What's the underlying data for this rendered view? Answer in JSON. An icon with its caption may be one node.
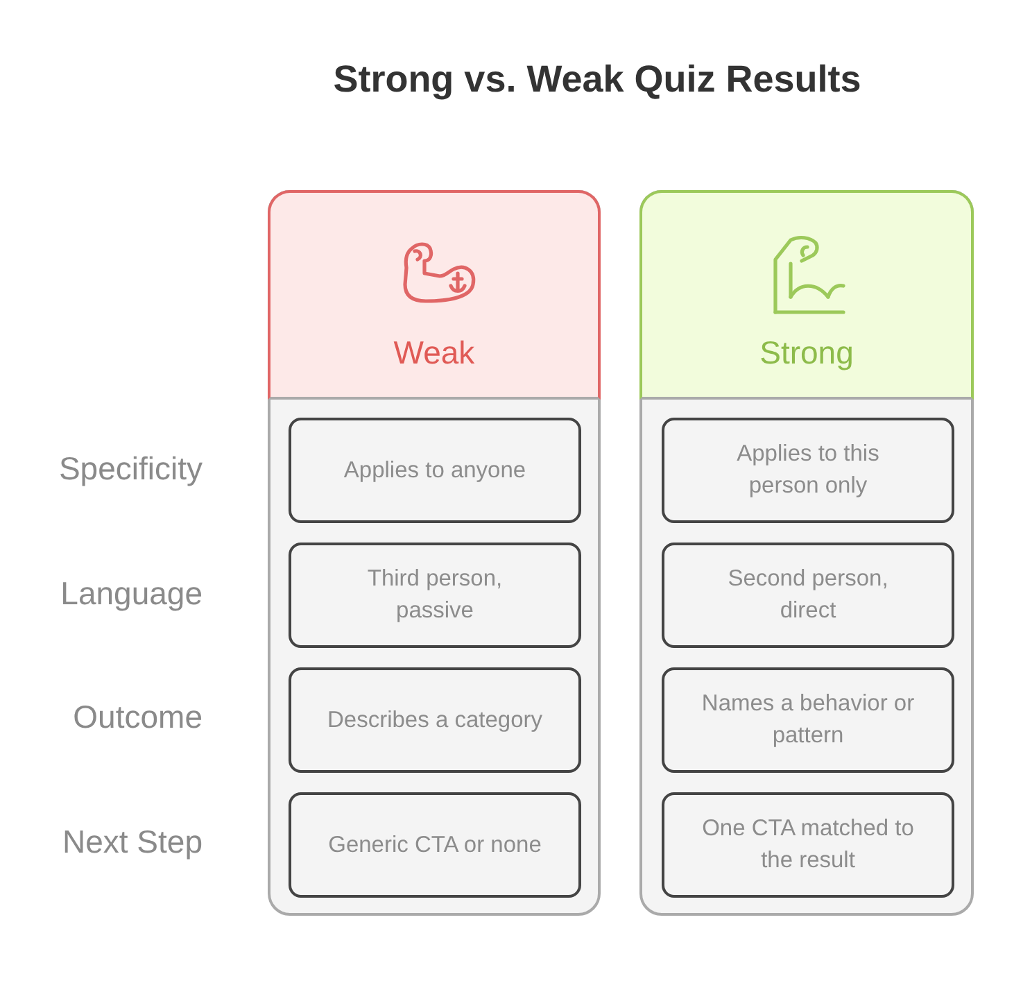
{
  "diagram": {
    "title": "Strong vs. Weak Quiz Results",
    "nodes": [
      {
        "text": [
          "Weak"
        ]
      },
      {
        "text": [
          "Applies to anyone"
        ],
        "in": 0
      },
      {
        "text": [
          "Third person, passive"
        ],
        "in": 0
      },
      {
        "text": [
          "Describes a category"
        ],
        "in": 0
      },
      {
        "text": [
          "Generic CTA or none"
        ],
        "in": 0
      },
      {
        "text": [
          "Strong"
        ]
      },
      {
        "text": [
          "Applies to this person only"
        ],
        "in": 5
      },
      {
        "text": [
          "Second person, direct"
        ],
        "in": 5
      },
      {
        "text": [
          "Names a behavior or pattern"
        ],
        "in": 5
      },
      {
        "text": [
          "One CTA matched to the result"
        ],
        "in": 5
      }
    ],
    "labels": [
      "Specificity",
      "Language",
      "Outcome",
      "Next Step"
    ]
  }
}
